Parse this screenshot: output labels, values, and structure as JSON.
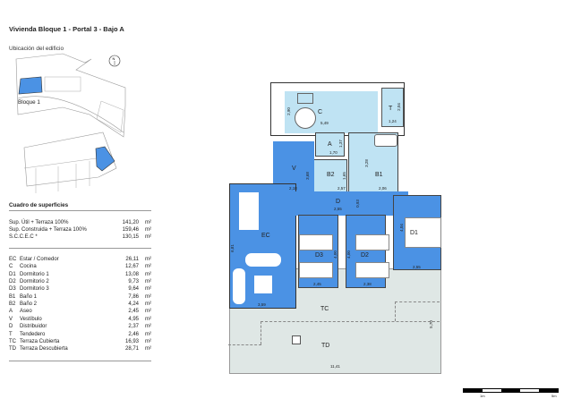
{
  "header": {
    "title": "Vivienda Bloque 1 - Portal 3 - Bajo A",
    "location_label": "Ubicación del edificio",
    "block_label": "Bloque 1",
    "north": "N"
  },
  "surfaces": {
    "title": "Cuadro de superficies",
    "unit": "m²",
    "summary": [
      {
        "label": "Sup. Útil + Terraza 100%",
        "value": "141,20"
      },
      {
        "label": "Sup. Construida + Terraza 100%",
        "value": "159,46"
      },
      {
        "label": "S.C.C.E.C *",
        "value": "130,15"
      }
    ],
    "rooms": [
      {
        "code": "EC",
        "name": "Estar / Comedor",
        "value": "26,11"
      },
      {
        "code": "C",
        "name": "Cocina",
        "value": "12,67"
      },
      {
        "code": "D1",
        "name": "Dormitorio 1",
        "value": "13,08"
      },
      {
        "code": "D2",
        "name": "Dormitorio 2",
        "value": "9,73"
      },
      {
        "code": "D3",
        "name": "Dormitorio 3",
        "value": "9,64"
      },
      {
        "code": "B1",
        "name": "Baño 1",
        "value": "7,86"
      },
      {
        "code": "B2",
        "name": "Baño 2",
        "value": "4,24"
      },
      {
        "code": "A",
        "name": "Aseo",
        "value": "2,45"
      },
      {
        "code": "V",
        "name": "Vestíbulo",
        "value": "4,95"
      },
      {
        "code": "D",
        "name": "Distribuidor",
        "value": "2,37"
      },
      {
        "code": "T",
        "name": "Tendedero",
        "value": "2,46"
      },
      {
        "code": "TC",
        "name": "Terraza Cubierta",
        "value": "16,93"
      },
      {
        "code": "TD",
        "name": "Terraza Descubierta",
        "value": "28,71"
      }
    ]
  },
  "plan": {
    "labels": {
      "C": "C",
      "T": "T",
      "A": "A",
      "B1": "B1",
      "B2": "B2",
      "V": "V",
      "D": "D",
      "EC": "EC",
      "D1": "D1",
      "D2": "D2",
      "D3": "D3",
      "TC": "TC",
      "TD": "TD"
    },
    "dims": {
      "c_w": "5,49",
      "c_h": "2,90",
      "t_w": "1,24",
      "t_h": "2,04",
      "a_w": "1,70",
      "a_h": "1,37",
      "b1_w": "2,06",
      "b1_h": "3,28",
      "b2_w": "2,57",
      "b2_h": "1,65",
      "v_w": "2,18",
      "v_h": "3,68",
      "d_w": "2,55",
      "d_h": "0,93",
      "ec_w": "3,59",
      "ec_h": "6,81",
      "d1_w": "2,55",
      "d1_h": "4,04",
      "d2_w": "2,38",
      "d2_h": "4,00",
      "d3_w": "2,45",
      "d3_h": "4,00",
      "td_w": "11,41",
      "td_h": "5,70"
    },
    "colors": {
      "dark": "#4b92e4",
      "light": "#bfe3f3",
      "terrace": "#dfe7e5"
    }
  },
  "scale": {
    "start": "1m",
    "end": "5m"
  }
}
